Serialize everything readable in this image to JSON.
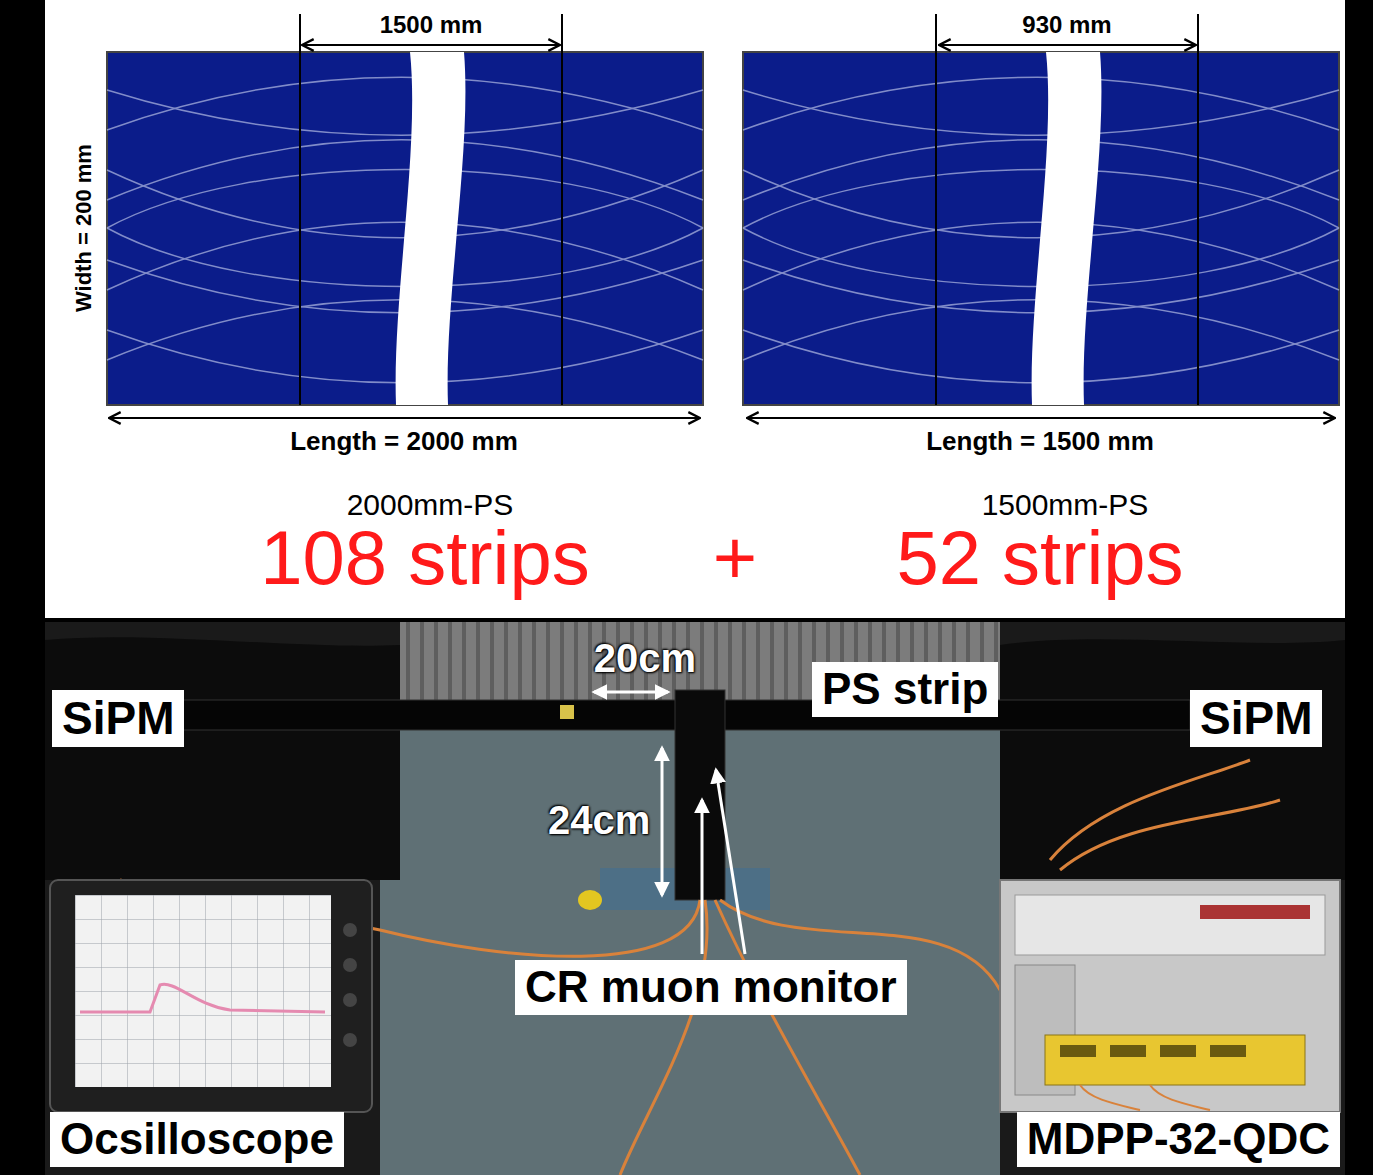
{
  "diagram": {
    "nodes": [
      {
        "text": [
          "SiPM"
        ]
      },
      {
        "text": [
          "PS strip"
        ]
      },
      {
        "text": [
          "SiPM"
        ]
      },
      {
        "text": [
          "CR muon monitor"
        ]
      },
      {
        "text": [
          "Ocsilloscope"
        ]
      },
      {
        "text": [
          "MDPP-32-QDC"
        ]
      }
    ],
    "labels": [
      "1500 mm",
      "930 mm",
      "Width = 200 mm",
      "Length = 2000 mm",
      "Length = 1500 mm",
      "2000mm-PS",
      "1500mm-PS",
      "108 strips",
      "+",
      "52 strips",
      "20cm",
      "24cm"
    ]
  }
}
